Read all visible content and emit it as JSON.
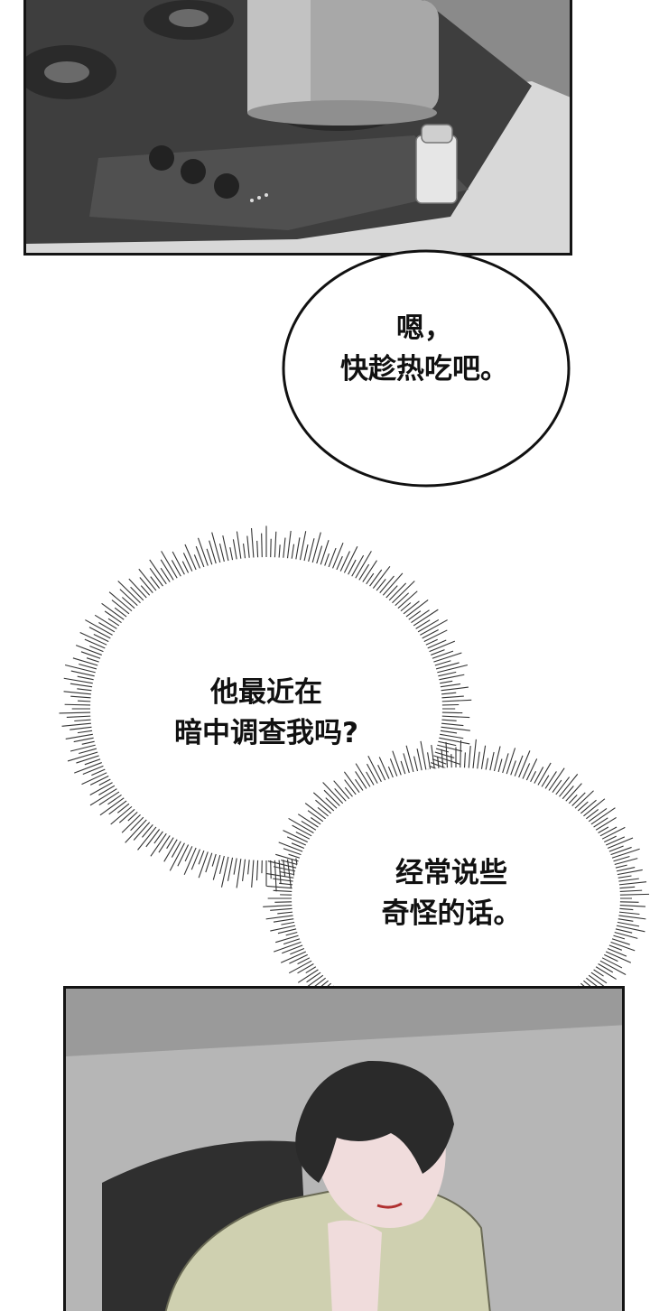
{
  "speech_bubble": {
    "lines": "嗯，\n快趁热吃吧。"
  },
  "thought_bubble_1": {
    "lines": "他最近在\n暗中调查我吗?"
  },
  "thought_bubble_2": {
    "lines": "经常说些\n奇怪的话。"
  },
  "colors": {
    "panel_border": "#141414",
    "bubble_fill": "#ffffff",
    "jacket": "#cfd0b0",
    "skin": "#f0dcdc",
    "hair": "#2a2a2a"
  }
}
